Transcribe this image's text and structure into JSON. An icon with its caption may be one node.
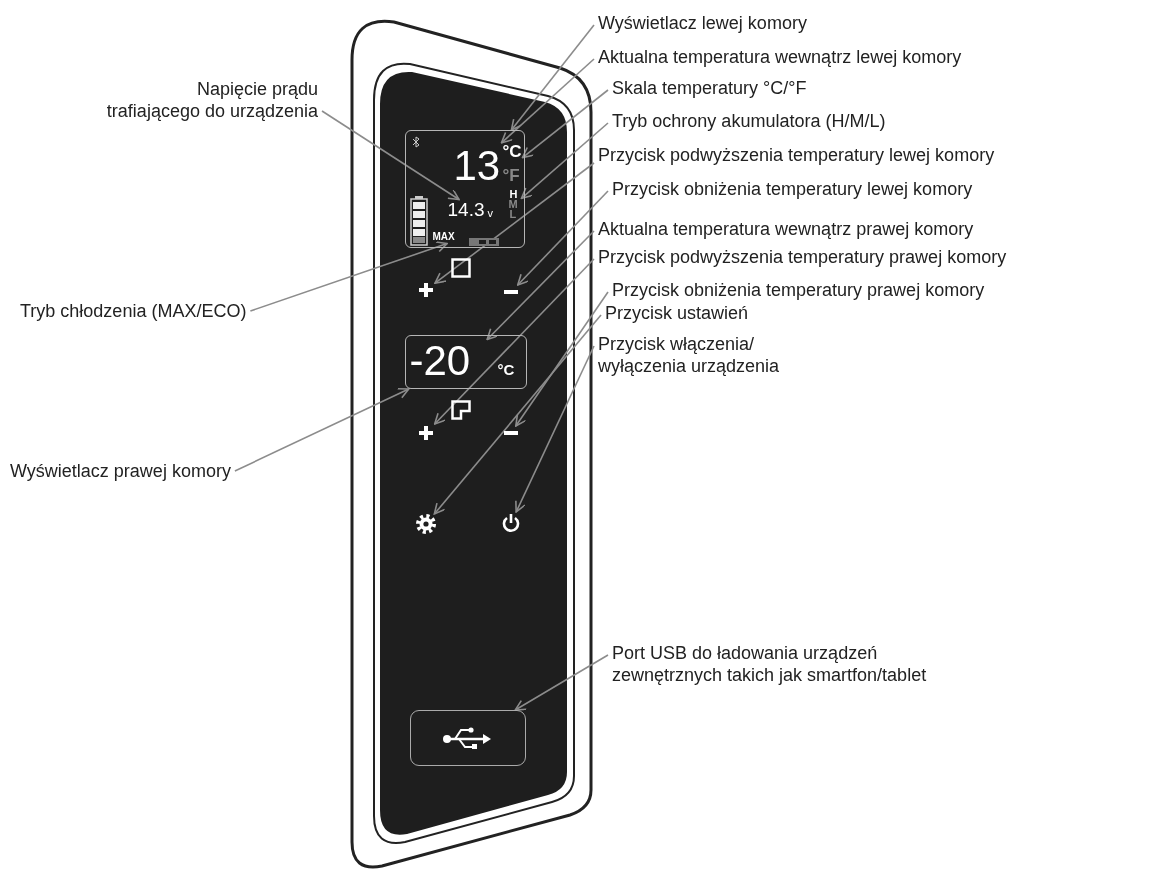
{
  "diagram": {
    "nodes": [
      {
        "text": [
          "Wyświetlacz lewej komory"
        ]
      },
      {
        "text": [
          "Aktualna temperatura wewnątrz lewej komory"
        ]
      },
      {
        "text": [
          "Skala temperatury °C/°F"
        ]
      },
      {
        "text": [
          "Tryb ochrony akumulatora (H/M/L)"
        ]
      },
      {
        "text": [
          "Przycisk podwyższenia temperatury lewej komory"
        ]
      },
      {
        "text": [
          "Przycisk obniżenia temperatury lewej komory"
        ]
      },
      {
        "text": [
          "Aktualna temperatura wewnątrz prawej komory"
        ]
      },
      {
        "text": [
          "Przycisk podwyższenia temperatury prawej komory"
        ]
      },
      {
        "text": [
          "Przycisk obniżenia temperatury prawej komory"
        ]
      },
      {
        "text": [
          "Przycisk ustawień"
        ]
      },
      {
        "text": [
          "Przycisk włączenia/ wyłączenia urządzenia"
        ]
      },
      {
        "text": [
          "Port USB do ładowania urządzeń zewnętrznych takich jak smartfon/tablet"
        ]
      },
      {
        "text": [
          "Napięcie prądu trafiającego do urządzenia"
        ]
      },
      {
        "text": [
          "Tryb chłodzenia (MAX/ECO)"
        ]
      },
      {
        "text": [
          "Wyświetlacz prawej komory"
        ]
      },
      {
        "text": [],
        "shape": "display"
      },
      {
        "text": [],
        "shape": "reading",
        "in": 15
      },
      {
        "text": [],
        "shape": "indicator",
        "in": 15
      },
      {
        "text": [],
        "shape": "indicator",
        "in": 15
      },
      {
        "text": [],
        "shape": "reading",
        "in": 15
      },
      {
        "text": [],
        "shape": "indicator",
        "in": 15
      },
      {
        "text": [],
        "shape": "plus"
      },
      {
        "text": [],
        "shape": "minus"
      },
      {
        "text": [],
        "shape": "display"
      },
      {
        "text": [],
        "shape": "reading",
        "in": 23
      },
      {
        "text": [],
        "shape": "plus"
      },
      {
        "text": [],
        "shape": "minus"
      },
      {
        "text": [],
        "shape": "gear"
      },
      {
        "text": [],
        "shape": "power"
      },
      {
        "text": [],
        "shape": "port"
      }
    ],
    "edges": [
      {
        "from": 0,
        "to": 15,
        "arrow": "to"
      },
      {
        "from": 1,
        "to": 16,
        "arrow": "to"
      },
      {
        "from": 2,
        "to": 17,
        "arrow": "to"
      },
      {
        "from": 3,
        "to": 18,
        "arrow": "to"
      },
      {
        "from": 4,
        "to": 21,
        "arrow": "to"
      },
      {
        "from": 5,
        "to": 22,
        "arrow": "to"
      },
      {
        "from": 6,
        "to": 24,
        "arrow": "to"
      },
      {
        "from": 7,
        "to": 25,
        "arrow": "to"
      },
      {
        "from": 8,
        "to": 26,
        "arrow": "to"
      },
      {
        "from": 9,
        "to": 27,
        "arrow": "to"
      },
      {
        "from": 10,
        "to": 28,
        "arrow": "to"
      },
      {
        "from": 11,
        "to": 29,
        "arrow": "to"
      },
      {
        "from": 12,
        "to": 19,
        "arrow": "to"
      },
      {
        "from": 13,
        "to": 20,
        "arrow": "to"
      },
      {
        "from": 14,
        "to": 23,
        "arrow": "to"
      }
    ],
    "labels": [
      "13",
      "°C",
      "°F",
      "14.3",
      "v",
      "H",
      "M",
      "L",
      "MAX",
      "-20",
      "°C"
    ]
  }
}
